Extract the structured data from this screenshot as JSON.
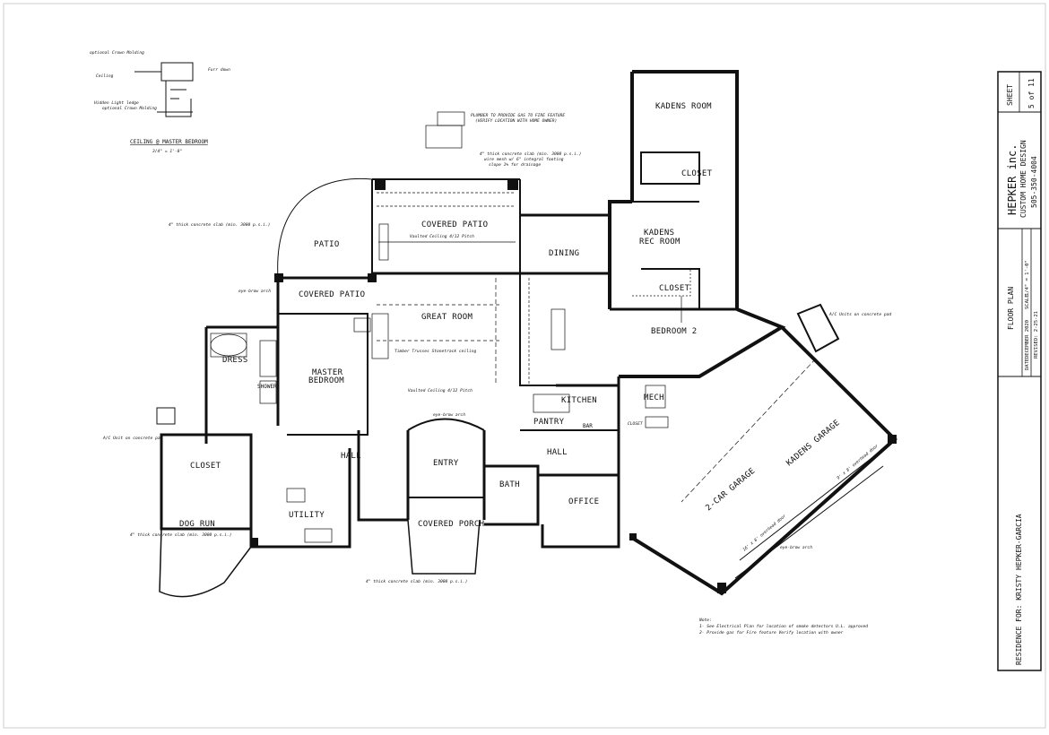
{
  "title_block": {
    "sheet_label": "SHEET",
    "sheet_number": "5 of 11",
    "company": "HEPKER inc.",
    "company_sub": "CUSTOM HOME DESIGN",
    "phone": "505-350-4004",
    "plan_title": "FLOOR PLAN",
    "date_label": "DATE",
    "date": "DECEMBER 2020",
    "scale_label": "SCALE",
    "scale": "1/4\" = 1'-0\"",
    "revised": "REVISED: 2-25-21",
    "residence": "RESIDENCE FOR: KRISTY HEPKER-GARCIA"
  },
  "detail": {
    "title": "CEILING @ MASTER BEDROOM",
    "scale": "3/4\" = 1'-0\"",
    "notes": [
      "optional Crown Molding",
      "Ceiling",
      "Furr down",
      "Hidden Light ledge",
      "optional Crown Molding"
    ]
  },
  "rooms": {
    "kadens_room": "KADENS ROOM",
    "closet_1": "CLOSET",
    "kadens_rec": "KADENS",
    "rec_room": "REC ROOM",
    "closet_2": "CLOSET",
    "bedroom_2": "BEDROOM 2",
    "patio": "PATIO",
    "covered_patio_1": "COVERED PATIO",
    "covered_patio_2": "COVERED PATIO",
    "dining": "DINING",
    "great_room": "GREAT ROOM",
    "master_bedroom_1": "MASTER",
    "master_bedroom_2": "BEDROOM",
    "dress": "DRESS",
    "shower": "SHOWER",
    "closet_master": "CLOSET",
    "dog_run": "DOG RUN",
    "utility": "UTILITY",
    "hall_1": "HALL",
    "entry": "ENTRY",
    "covered_porch": "COVERED PORCH",
    "bath": "BATH",
    "office": "OFFICE",
    "pantry": "PANTRY",
    "kitchen": "KITCHEN",
    "hall_2": "HALL",
    "bar": "BAR",
    "mech": "MECH",
    "closet_small": "CLOSET",
    "two_car_garage": "2-CAR GARAGE",
    "kadens_garage": "KADENS GARAGE"
  },
  "annotations": {
    "fire_feature": "PLUMBER TO PROVIDE GAS TO FIRE FEATURE",
    "fire_feature_2": "(VERIFY LOCATION WITH HOME OWNER)",
    "slab_note": "4\" thick concrete slab (min. 3000 p.s.i.)",
    "slab_note_2": "wire mesh w/ 6\" integral footing",
    "slab_note_3": "slope 1% for drainage",
    "great_room_ceiling": "Timber Trusses Stonetrack ceiling",
    "vaulted": "Vaulted Ceiling 4/12 Pitch",
    "eyebrow": "eye-brow arch",
    "ac_units": "A/C Units on concrete pad",
    "ac_units_2": "A/C Unit on concrete pad",
    "overhead_door_1": "16' x 8' overhead door",
    "overhead_door_2": "9' x 8' overhead door",
    "notes_title": "Note:",
    "note_1": "1- See Electrical Plan for location of smoke detectors U.L. approved",
    "note_2": "2- Provide gas for Fire feature Verify location with owner"
  }
}
